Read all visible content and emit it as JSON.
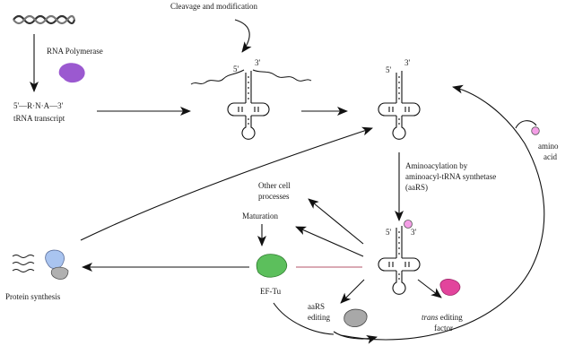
{
  "labels": {
    "cleavage": "Cleavage and modification",
    "rna_polymerase": "RNA Polymerase",
    "transcript_seq": "5'—R·N·A—3'",
    "trna_transcript": "tRNA transcript",
    "five_prime": "5'",
    "three_prime": "3'",
    "aminoacylation_1": "Aminoacylation by",
    "aminoacylation_2": "aminoacyl-tRNA synthetase",
    "aminoacylation_3": "(aaRS)",
    "amino_1": "amino",
    "amino_2": "acid",
    "other_cell_1": "Other cell",
    "other_cell_2": "processes",
    "maturation": "Maturation",
    "ef_tu": "EF-Tu",
    "protein_synthesis": "Protein synthesis",
    "aars_editing_1": "aaRS",
    "aars_editing_2": "editing",
    "trans_italic": "trans",
    "trans_editing": " editing",
    "factor": "factor"
  },
  "colors": {
    "rna_polymerase": "#9b59d0",
    "amino_acid": "#f49ee6",
    "ef_tu": "#5cbf5c",
    "ribosome": "#a9c4f0",
    "aars": "#a8a8a8",
    "trans_factor": "#e2449c",
    "ef_tu_link": "#b5546a"
  }
}
